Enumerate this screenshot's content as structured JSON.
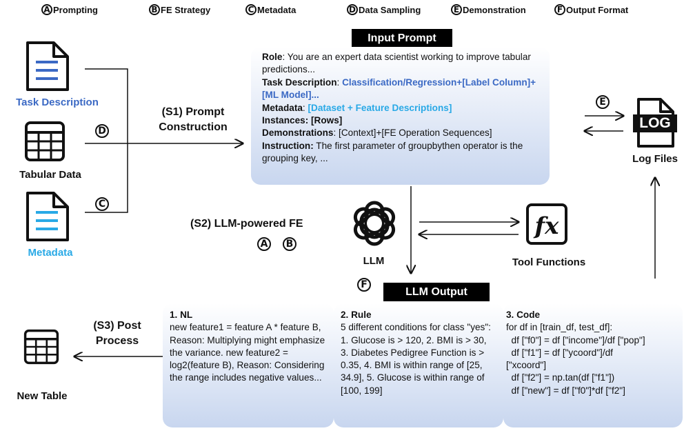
{
  "legend": [
    {
      "letter": "A",
      "label": "Prompting"
    },
    {
      "letter": "B",
      "label": "FE Strategy"
    },
    {
      "letter": "C",
      "label": "Metadata"
    },
    {
      "letter": "D",
      "label": "Data Sampling"
    },
    {
      "letter": "E",
      "label": "Demonstration"
    },
    {
      "letter": "F",
      "label": "Output Format"
    }
  ],
  "inputs": {
    "task_description": "Task Description",
    "tabular_data": "Tabular Data",
    "metadata": "Metadata"
  },
  "steps": {
    "s1_line1": "(S1) Prompt",
    "s1_line2": "Construction",
    "s2": "(S2) LLM-powered FE",
    "s3_line1": "(S3) Post",
    "s3_line2": "Process"
  },
  "markers": {
    "d": "D",
    "c": "C",
    "a": "A",
    "b": "B",
    "e": "E",
    "f": "F"
  },
  "input_prompt": {
    "title": "Input Prompt",
    "role_label": "Role",
    "role_text": ": You are an expert data scientist working to improve tabular predictions...",
    "task_label": "Task Description",
    "task_sep": ": ",
    "task_text": "Classification/Regression+[Label Column]+[ML Model]...",
    "metadata_label": "Metadata",
    "metadata_sep": ": ",
    "metadata_text": "[Dataset + Feature Descriptions]",
    "instances_label": "Instances",
    "instances_text": ": [Rows]",
    "demos_label": "Demonstrations",
    "demos_text": ": [Context]+[FE Operation Sequences]",
    "instruction_label": "Instruction:",
    "instruction_text": " The first parameter of groupbythen operator is the grouping key, ..."
  },
  "llm_label": "LLM",
  "tool_functions": "Tool Functions",
  "log_files": "Log Files",
  "log_icon_text": "LOG",
  "llm_output_title": "LLM Output",
  "new_table": "New Table",
  "outputs": {
    "nl_title": "1. NL",
    "nl_text": "new feature1 = feature A * feature B, Reason: Multiplying might emphasize the variance. new feature2 = log2(feature B), Reason: Considering the range  includes negative values...",
    "rule_title": "2. Rule",
    "rule_text": "5 different conditions for class \"yes\": 1. Glucose is > 120, 2. BMI is > 30, 3. Diabetes Pedigree Function is > 0.35, 4. BMI is within range of [25, 34.9], 5. Glucose is within range of [100, 199]",
    "code_title": "3. Code",
    "code_lines": [
      "for df in [train_df, test_df]:",
      "  df [\"f0\"] = df [\"income\"]/df [\"pop\"]",
      "  df [\"f1\"] = df [\"ycoord\"]/df",
      "[\"xcoord\"]",
      "  df [\"f2\"] = np.tan(df [\"f1\"])",
      "  df [\"new\"] = df [\"f0\"]*df [\"f2\"]"
    ]
  }
}
